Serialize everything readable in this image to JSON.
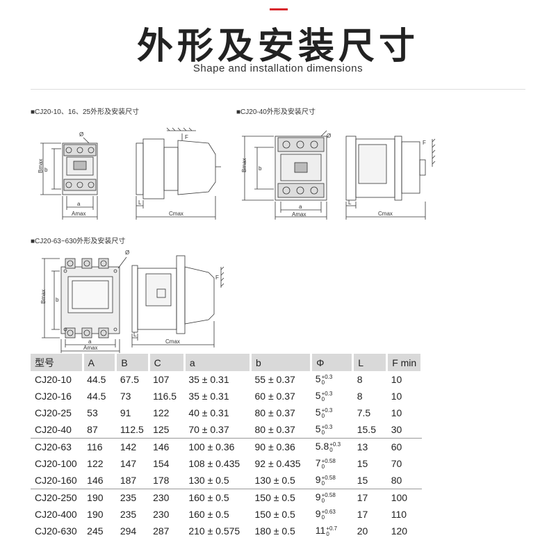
{
  "header": {
    "title": "外形及安装尺寸",
    "subtitle": "Shape and installation dimensions"
  },
  "figures": {
    "fig1_caption": "■CJ20-10、16、25外形及安装尺寸",
    "fig2_caption": "■CJ20-40外形及安装尺寸",
    "fig3_caption": "■CJ20-63~630外形及安装尺寸",
    "labels": {
      "bmax": "Bmax",
      "b": "b",
      "a": "a",
      "amax": "Amax",
      "cmax": "Cmax",
      "l": "L",
      "f": "F",
      "phi": "Ø"
    }
  },
  "table": {
    "headers": [
      "型号",
      "A",
      "B",
      "C",
      "a",
      "b",
      "Φ",
      "L",
      "F min"
    ],
    "rows": [
      {
        "model": "CJ20-10",
        "A": "44.5",
        "B": "67.5",
        "C": "107",
        "a": "35 ± 0.31",
        "b": "55 ± 0.37",
        "phi": "5",
        "phi_up": "+0.3",
        "phi_low": "0",
        "L": "8",
        "F": "10"
      },
      {
        "model": "CJ20-16",
        "A": "44.5",
        "B": "73",
        "C": "116.5",
        "a": "35 ± 0.31",
        "b": "60 ± 0.37",
        "phi": "5",
        "phi_up": "+0.3",
        "phi_low": "0",
        "L": "8",
        "F": "10"
      },
      {
        "model": "CJ20-25",
        "A": "53",
        "B": "91",
        "C": "122",
        "a": "40 ± 0.31",
        "b": "80 ± 0.37",
        "phi": "5",
        "phi_up": "+0.3",
        "phi_low": "0",
        "L": "7.5",
        "F": "10"
      },
      {
        "model": "CJ20-40",
        "A": "87",
        "B": "112.5",
        "C": "125",
        "a": "70 ± 0.37",
        "b": "80 ± 0.37",
        "phi": "5",
        "phi_up": "+0.3",
        "phi_low": "0",
        "L": "15.5",
        "F": "30"
      },
      {
        "model": "CJ20-63",
        "A": "116",
        "B": "142",
        "C": "146",
        "a": "100 ± 0.36",
        "b": "90 ± 0.36",
        "phi": "5.8",
        "phi_up": "+0.3",
        "phi_low": "0",
        "L": "13",
        "F": "60"
      },
      {
        "model": "CJ20-100",
        "A": "122",
        "B": "147",
        "C": "154",
        "a": "108 ± 0.435",
        "b": "92 ± 0.435",
        "phi": "7",
        "phi_up": "+0.58",
        "phi_low": "0",
        "L": "15",
        "F": "70"
      },
      {
        "model": "CJ20-160",
        "A": "146",
        "B": "187",
        "C": "178",
        "a": "130 ± 0.5",
        "b": "130 ± 0.5",
        "phi": "9",
        "phi_up": "+0.58",
        "phi_low": "0",
        "L": "15",
        "F": "80"
      },
      {
        "model": "CJ20-250",
        "A": "190",
        "B": "235",
        "C": "230",
        "a": "160 ± 0.5",
        "b": "150 ± 0.5",
        "phi": "9",
        "phi_up": "+0.58",
        "phi_low": "0",
        "L": "17",
        "F": "100"
      },
      {
        "model": "CJ20-400",
        "A": "190",
        "B": "235",
        "C": "230",
        "a": "160 ± 0.5",
        "b": "150 ± 0.5",
        "phi": "9",
        "phi_up": "+0.63",
        "phi_low": "0",
        "L": "17",
        "F": "110"
      },
      {
        "model": "CJ20-630",
        "A": "245",
        "B": "294",
        "C": "287",
        "a": "210 ± 0.575",
        "b": "180 ± 0.5",
        "phi": "11",
        "phi_up": "+0.7",
        "phi_low": "0",
        "L": "20",
        "F": "120"
      }
    ],
    "separators_before": [
      "CJ20-63",
      "CJ20-250"
    ]
  }
}
